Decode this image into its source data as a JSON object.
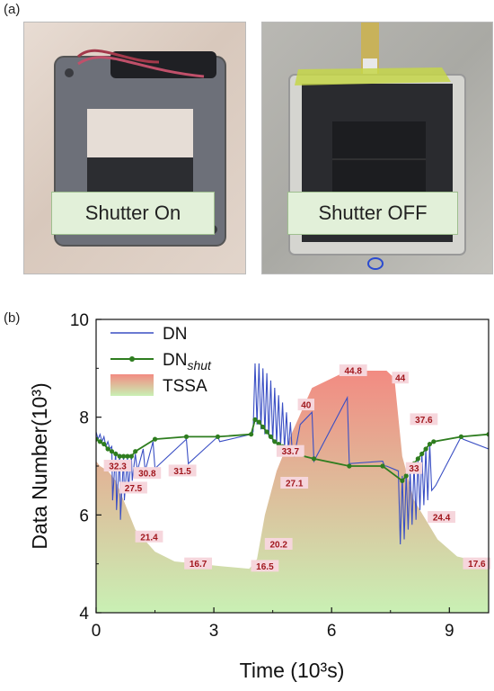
{
  "panels": {
    "a_label": "(a)",
    "b_label": "(b)",
    "photo_left_caption": "Shutter On",
    "photo_right_caption": "Shutter OFF"
  },
  "chart_data": {
    "type": "line",
    "xlabel": "Time (10³s)",
    "ylabel": "Data Number(10³)",
    "xlim": [
      0,
      10
    ],
    "ylim": [
      4,
      10
    ],
    "xticks": [
      "0",
      "3",
      "6",
      "9"
    ],
    "xtick_values": [
      0,
      3,
      6,
      9
    ],
    "yticks": [
      "4",
      "6",
      "8",
      "10"
    ],
    "ytick_values": [
      4,
      6,
      8,
      10
    ],
    "grid": false,
    "legend_position": "top-left",
    "legend": [
      {
        "key": "dn",
        "text": "DN",
        "sub": ""
      },
      {
        "key": "dnshut",
        "text": "DN",
        "sub": "shut"
      },
      {
        "key": "tssa",
        "text": "TSSA",
        "sub": ""
      }
    ],
    "colors": {
      "dn": "#3a4fc4",
      "dnshut": "#2e7d1f",
      "tssa_top": "#f28b82",
      "tssa_bottom": "#c9f0b4",
      "label_bg": "#f6d6dc",
      "label_text": "#a0171d"
    },
    "series": [
      {
        "name": "DN",
        "x": [
          0.0,
          0.05,
          0.1,
          0.15,
          0.2,
          0.25,
          0.3,
          0.35,
          0.4,
          0.42,
          0.5,
          0.52,
          0.6,
          0.62,
          0.7,
          0.72,
          0.8,
          0.82,
          0.9,
          0.92,
          1.0,
          1.05,
          1.2,
          1.25,
          1.45,
          1.5,
          2.3,
          2.35,
          3.1,
          3.15,
          3.95,
          4.0,
          4.05,
          4.1,
          4.15,
          4.2,
          4.25,
          4.3,
          4.35,
          4.4,
          4.45,
          4.5,
          4.55,
          4.6,
          4.65,
          4.7,
          4.75,
          4.8,
          4.85,
          4.9,
          4.95,
          5.0,
          5.05,
          5.2,
          5.5,
          5.55,
          6.4,
          6.45,
          7.3,
          7.35,
          7.4,
          7.7,
          7.75,
          7.8,
          7.85,
          7.9,
          7.95,
          8.0,
          8.05,
          8.1,
          8.15,
          8.2,
          8.25,
          8.3,
          8.35,
          8.4,
          8.45,
          8.5,
          8.55,
          8.65,
          9.3,
          9.35,
          10.0
        ],
        "values": [
          7.7,
          7.55,
          7.65,
          7.5,
          7.6,
          7.4,
          7.5,
          7.35,
          7.4,
          6.3,
          7.3,
          6.1,
          7.25,
          5.9,
          7.2,
          6.3,
          7.2,
          6.5,
          7.2,
          6.7,
          7.25,
          6.9,
          7.35,
          6.9,
          7.5,
          6.95,
          7.55,
          7.05,
          7.6,
          7.5,
          7.65,
          7.7,
          9.1,
          7.85,
          9.1,
          7.75,
          9.0,
          7.65,
          8.9,
          7.6,
          8.75,
          7.5,
          8.6,
          7.45,
          8.45,
          7.4,
          8.3,
          7.35,
          8.1,
          7.3,
          7.9,
          7.25,
          7.2,
          7.85,
          8.1,
          7.1,
          8.4,
          7.05,
          7.1,
          7.0,
          7.0,
          6.9,
          5.4,
          6.8,
          5.5,
          6.85,
          5.7,
          6.95,
          5.8,
          7.05,
          5.9,
          7.15,
          6.1,
          7.25,
          6.2,
          7.35,
          6.3,
          7.45,
          6.5,
          6.6,
          7.6,
          7.55,
          7.35
        ]
      },
      {
        "name": "DN_shut",
        "x": [
          0.0,
          0.1,
          0.2,
          0.3,
          0.4,
          0.5,
          0.6,
          0.7,
          0.8,
          0.9,
          1.0,
          1.5,
          2.3,
          3.1,
          3.95,
          4.05,
          4.15,
          4.25,
          4.35,
          4.45,
          4.55,
          4.65,
          4.75,
          4.85,
          5.05,
          5.55,
          6.45,
          7.3,
          7.8,
          7.9,
          8.0,
          8.1,
          8.2,
          8.3,
          8.4,
          8.5,
          8.6,
          9.3,
          10.0
        ],
        "values": [
          7.55,
          7.5,
          7.45,
          7.35,
          7.3,
          7.25,
          7.2,
          7.2,
          7.2,
          7.2,
          7.3,
          7.55,
          7.6,
          7.6,
          7.65,
          7.95,
          7.9,
          7.8,
          7.7,
          7.6,
          7.5,
          7.45,
          7.4,
          7.35,
          7.25,
          7.15,
          7.0,
          7.0,
          6.7,
          6.8,
          6.95,
          7.05,
          7.15,
          7.25,
          7.35,
          7.45,
          7.5,
          7.6,
          7.65
        ]
      },
      {
        "name": "TSSA",
        "x": [
          0.0,
          0.1,
          0.3,
          0.5,
          0.7,
          1.0,
          1.5,
          2.0,
          3.2,
          3.9,
          4.1,
          4.3,
          4.6,
          5.0,
          5.5,
          6.4,
          7.4,
          7.6,
          7.8,
          8.1,
          8.4,
          8.7,
          9.2,
          10.0
        ],
        "values": [
          7.1,
          7.0,
          6.9,
          6.7,
          6.3,
          5.7,
          5.25,
          5.05,
          4.95,
          4.9,
          5.1,
          6.0,
          6.9,
          7.7,
          8.6,
          8.95,
          8.95,
          8.8,
          7.2,
          6.3,
          5.9,
          5.5,
          5.15,
          5.0
        ]
      }
    ],
    "annotations": [
      {
        "text": "32.3",
        "x": 0.55,
        "y": 7.0
      },
      {
        "text": "30.8",
        "x": 1.3,
        "y": 6.85
      },
      {
        "text": "31.5",
        "x": 2.2,
        "y": 6.9
      },
      {
        "text": "27.5",
        "x": 0.95,
        "y": 6.55
      },
      {
        "text": "21.4",
        "x": 1.35,
        "y": 5.55
      },
      {
        "text": "16.7",
        "x": 2.6,
        "y": 5.0
      },
      {
        "text": "16.5",
        "x": 4.3,
        "y": 4.95
      },
      {
        "text": "20.2",
        "x": 4.65,
        "y": 5.4
      },
      {
        "text": "27.1",
        "x": 5.05,
        "y": 6.65
      },
      {
        "text": "33.7",
        "x": 4.95,
        "y": 7.3
      },
      {
        "text": "40",
        "x": 5.35,
        "y": 8.25
      },
      {
        "text": "44.8",
        "x": 6.55,
        "y": 8.95
      },
      {
        "text": "44",
        "x": 7.75,
        "y": 8.8
      },
      {
        "text": "37.6",
        "x": 8.35,
        "y": 7.95
      },
      {
        "text": "33",
        "x": 8.1,
        "y": 6.95
      },
      {
        "text": "24.4",
        "x": 8.8,
        "y": 5.95
      },
      {
        "text": "17.6",
        "x": 9.7,
        "y": 5.0
      }
    ]
  }
}
